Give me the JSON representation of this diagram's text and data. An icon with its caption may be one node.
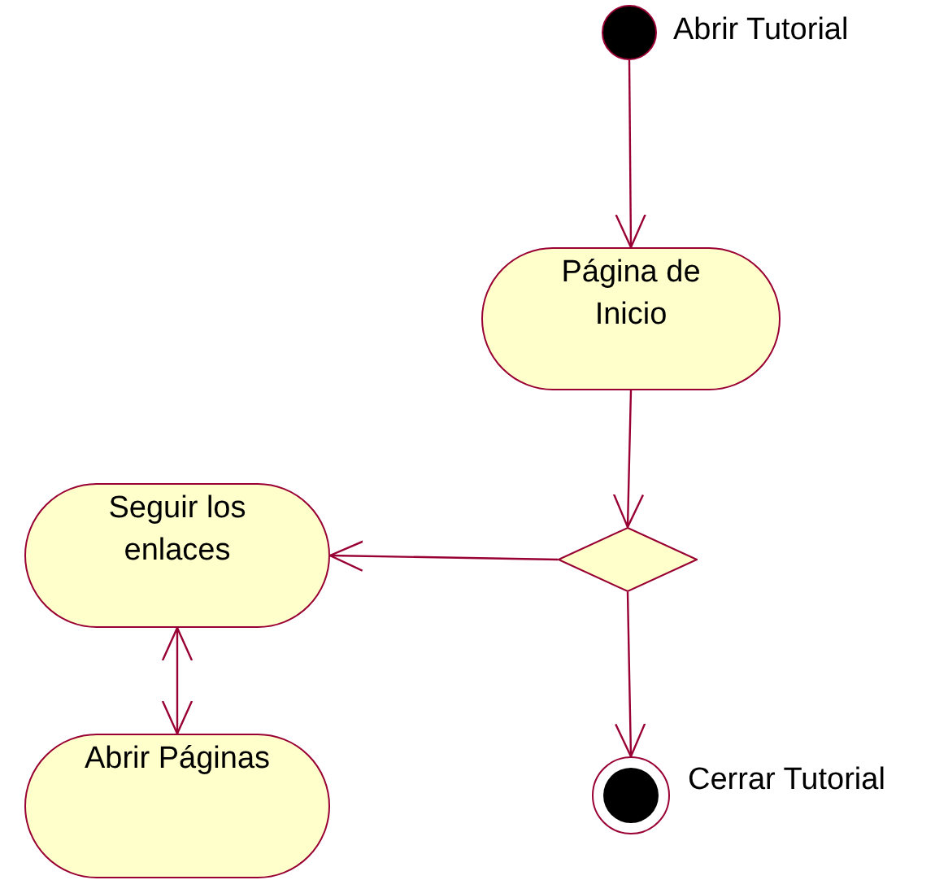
{
  "diagram": {
    "nodes": [
      {
        "text": [],
        "shape": "circle",
        "beside": [
          "Abrir Tutorial"
        ]
      },
      {
        "text": [
          "Página de Inicio"
        ]
      },
      {
        "text": [],
        "shape": "diamond"
      },
      {
        "text": [
          "Seguir los enlaces"
        ]
      },
      {
        "text": [
          "Abrir Páginas"
        ]
      },
      {
        "text": [],
        "shape": "circle",
        "beside": [
          "Cerrar Tutorial"
        ]
      }
    ],
    "edges": [
      {
        "from": 0,
        "to": 1,
        "arrow": "to"
      },
      {
        "from": 1,
        "to": 2,
        "arrow": "to"
      },
      {
        "from": 2,
        "to": 3,
        "arrow": "to"
      },
      {
        "from": 2,
        "to": 5,
        "arrow": "to"
      },
      {
        "from": 3,
        "to": 4,
        "arrow": "both"
      }
    ]
  }
}
